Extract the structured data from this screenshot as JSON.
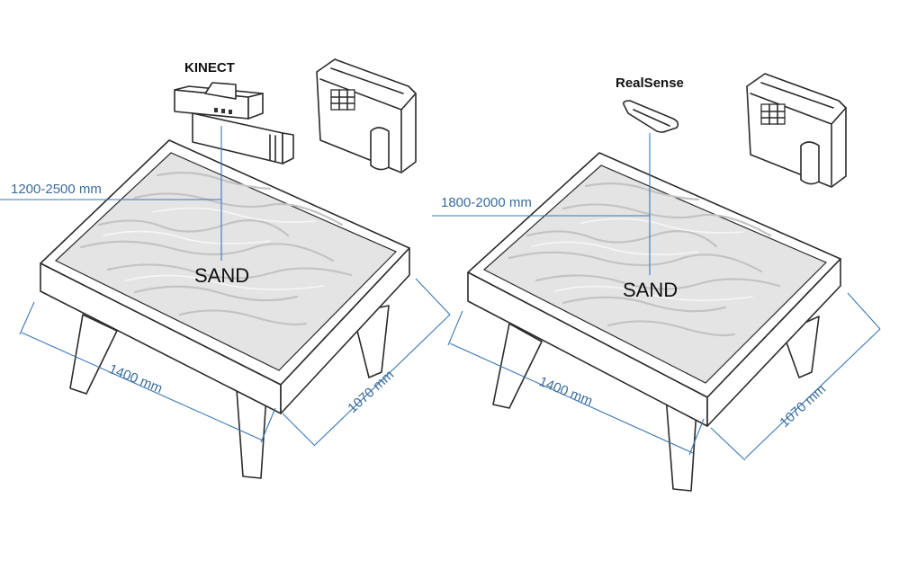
{
  "left": {
    "sensor_label": "KINECT",
    "height_range": "1200-2500 mm",
    "surface_label": "SAND",
    "width_dim": "1400 mm",
    "depth_dim": "1070 mm"
  },
  "right": {
    "sensor_label": "RealSense",
    "height_range": "1800-2000 mm",
    "surface_label": "SAND",
    "width_dim": "1400 mm",
    "depth_dim": "1070 mm"
  },
  "colors": {
    "dimension_line": "#3a78b5",
    "dimension_text": "#3a6c9a",
    "outline": "#2b2b2b",
    "sand": "#e4e4e4"
  }
}
